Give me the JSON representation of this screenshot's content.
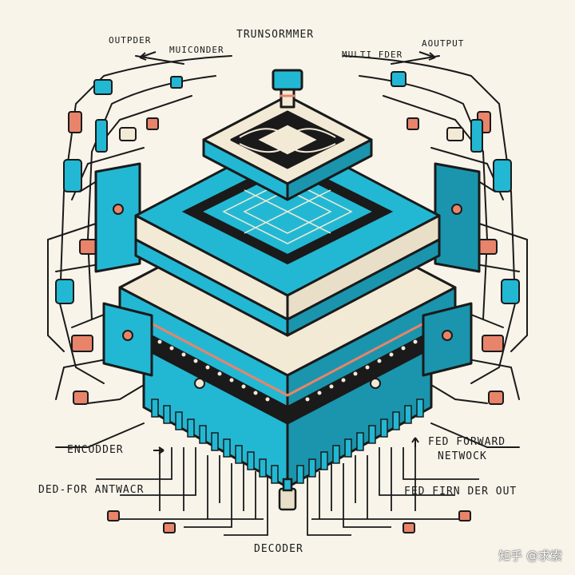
{
  "labels": {
    "title": "TRUNSORMMER",
    "outpder": "OUTPDER",
    "muiconder": "MUICONDER",
    "multi_fder": "MULTI FDER",
    "aoutput": "AOUTPUT",
    "encodder": "ENCODDER",
    "fed_forward_line1": "FED FORWARD",
    "fed_forward_line2": "NETWOCK",
    "ded_for": "DED-FOR ANTWACR",
    "fed_firn": "FED FIRN DER OUT",
    "decoder": "DECODER"
  },
  "watermark": "知乎 @求索",
  "colors": {
    "background": "#f8f4ea",
    "cyan": "#22b8d4",
    "cyan_dark": "#1a95ad",
    "coral": "#e8846a",
    "ink": "#1a1a1a",
    "cream": "#f3ead6"
  }
}
